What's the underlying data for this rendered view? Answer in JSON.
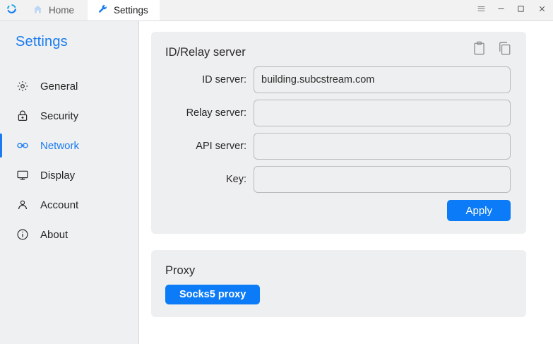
{
  "window": {
    "logo_icon": "refresh-circle-logo",
    "tabs": [
      {
        "label": "Home",
        "icon": "home-icon",
        "active": false
      },
      {
        "label": "Settings",
        "icon": "wrench-icon",
        "active": true
      }
    ],
    "controls": [
      {
        "name": "menu-button",
        "icon": "hamburger-icon"
      },
      {
        "name": "minimize-button",
        "icon": "minimize-icon"
      },
      {
        "name": "maximize-button",
        "icon": "maximize-icon"
      },
      {
        "name": "close-button",
        "icon": "close-icon"
      }
    ]
  },
  "sidebar": {
    "title": "Settings",
    "items": [
      {
        "label": "General",
        "icon": "gear-icon"
      },
      {
        "label": "Security",
        "icon": "lock-icon"
      },
      {
        "label": "Network",
        "icon": "link-icon"
      },
      {
        "label": "Display",
        "icon": "monitor-icon"
      },
      {
        "label": "Account",
        "icon": "person-icon"
      },
      {
        "label": "About",
        "icon": "info-icon"
      }
    ],
    "selected": "Network"
  },
  "main": {
    "id_relay_card": {
      "title": "ID/Relay server",
      "paste_icon": "clipboard-paste-icon",
      "copy_icon": "copy-icon",
      "fields": [
        {
          "label": "ID server:",
          "value": "building.subcstream.com",
          "placeholder": ""
        },
        {
          "label": "Relay server:",
          "value": "",
          "placeholder": ""
        },
        {
          "label": "API server:",
          "value": "",
          "placeholder": ""
        },
        {
          "label": "Key:",
          "value": "",
          "placeholder": ""
        }
      ],
      "apply_label": "Apply"
    },
    "proxy_card": {
      "title": "Proxy",
      "socks5_label": "Socks5 proxy"
    }
  },
  "colors": {
    "accent": "#0b7bf7",
    "sidebar_bg": "#eff0f1",
    "card_bg": "#eeeff0",
    "link_blue": "#1a7cf0"
  }
}
